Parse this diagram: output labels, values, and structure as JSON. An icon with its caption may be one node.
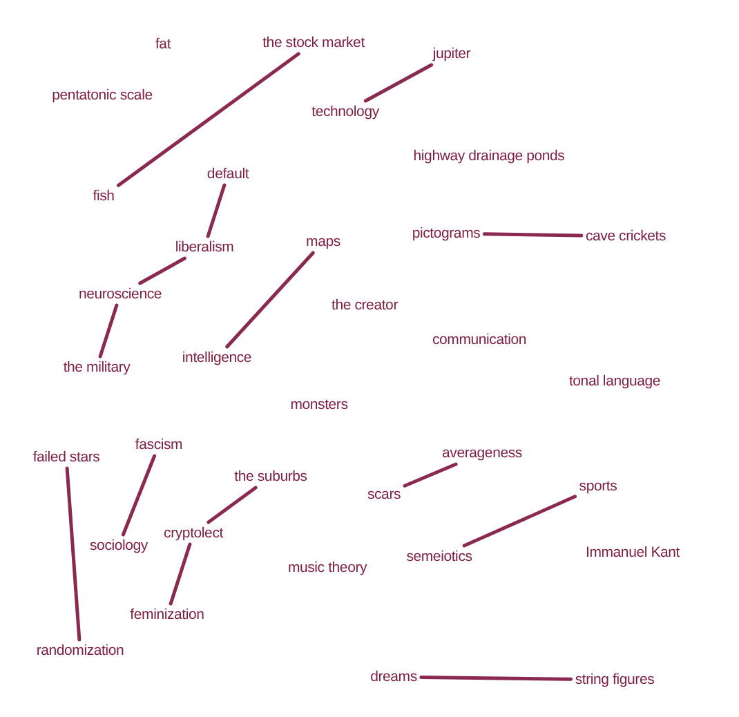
{
  "diagram": {
    "nodes": [
      {
        "text": [
          "fat"
        ]
      },
      {
        "text": [
          "the stock market"
        ]
      },
      {
        "text": [
          "jupiter"
        ]
      },
      {
        "text": [
          "pentatonic scale"
        ]
      },
      {
        "text": [
          "technology"
        ]
      },
      {
        "text": [
          "highway drainage ponds"
        ]
      },
      {
        "text": [
          "default"
        ]
      },
      {
        "text": [
          "fish"
        ]
      },
      {
        "text": [
          "liberalism"
        ]
      },
      {
        "text": [
          "maps"
        ]
      },
      {
        "text": [
          "pictograms"
        ]
      },
      {
        "text": [
          "cave crickets"
        ]
      },
      {
        "text": [
          "neuroscience"
        ]
      },
      {
        "text": [
          "the creator"
        ]
      },
      {
        "text": [
          "communication"
        ]
      },
      {
        "text": [
          "intelligence"
        ]
      },
      {
        "text": [
          "the military"
        ]
      },
      {
        "text": [
          "tonal language"
        ]
      },
      {
        "text": [
          "monsters"
        ]
      },
      {
        "text": [
          "failed stars"
        ]
      },
      {
        "text": [
          "fascism"
        ]
      },
      {
        "text": [
          "averageness"
        ]
      },
      {
        "text": [
          "the suburbs"
        ]
      },
      {
        "text": [
          "sports"
        ]
      },
      {
        "text": [
          "scars"
        ]
      },
      {
        "text": [
          "sociology"
        ]
      },
      {
        "text": [
          "cryptolect"
        ]
      },
      {
        "text": [
          "semeiotics"
        ]
      },
      {
        "text": [
          "Immanuel Kant"
        ]
      },
      {
        "text": [
          "music theory"
        ]
      },
      {
        "text": [
          "feminization"
        ]
      },
      {
        "text": [
          "randomization"
        ]
      },
      {
        "text": [
          "dreams"
        ]
      },
      {
        "text": [
          "string figures"
        ]
      }
    ],
    "edges": [
      {
        "from": 1,
        "to": 7,
        "arrow": "none"
      },
      {
        "from": 2,
        "to": 4,
        "arrow": "none"
      },
      {
        "from": 6,
        "to": 8,
        "arrow": "none"
      },
      {
        "from": 8,
        "to": 12,
        "arrow": "none"
      },
      {
        "from": 12,
        "to": 16,
        "arrow": "none"
      },
      {
        "from": 9,
        "to": 15,
        "arrow": "none"
      },
      {
        "from": 10,
        "to": 11,
        "arrow": "none"
      },
      {
        "from": 20,
        "to": 25,
        "arrow": "none"
      },
      {
        "from": 22,
        "to": 26,
        "arrow": "none"
      },
      {
        "from": 26,
        "to": 30,
        "arrow": "none"
      },
      {
        "from": 19,
        "to": 31,
        "arrow": "none"
      },
      {
        "from": 21,
        "to": 24,
        "arrow": "none"
      },
      {
        "from": 23,
        "to": 27,
        "arrow": "none"
      },
      {
        "from": 32,
        "to": 33,
        "arrow": "none"
      }
    ]
  }
}
